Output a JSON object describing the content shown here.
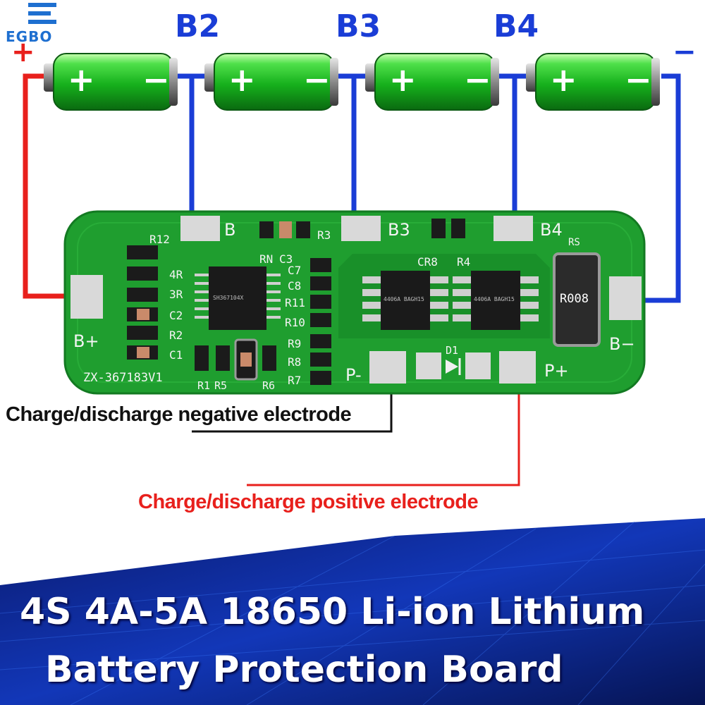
{
  "brand": {
    "name": "EGBO"
  },
  "colors": {
    "positive_wire": "#e8201c",
    "balance_wire": "#1a3dd6",
    "pcb": "#1f9e2f",
    "banner": "#0a1e78"
  },
  "terminals": {
    "plus": "+",
    "minus": "−"
  },
  "batteries": [
    {
      "plus": "+",
      "minus": "−"
    },
    {
      "plus": "+",
      "minus": "−"
    },
    {
      "plus": "+",
      "minus": "−"
    },
    {
      "plus": "+",
      "minus": "−"
    }
  ],
  "balance_labels": [
    "B2",
    "B3",
    "B4"
  ],
  "board": {
    "pad_labels": {
      "b_plus": "B+",
      "b_minus": "B−",
      "b": "B",
      "b3": "B3",
      "b4": "B4",
      "p_minus": "P-",
      "p_plus": "P+"
    },
    "silkscreen": {
      "model": "ZX-367183V1",
      "left": [
        "R12",
        "4R",
        "3R",
        "C2",
        "R2",
        "C1"
      ],
      "mid": [
        "RN",
        "C3",
        "C7",
        "C8",
        "R11",
        "R10",
        "R9",
        "R8",
        "R7"
      ],
      "r3": "R3",
      "cr8": "CR8",
      "r4": "R4",
      "rs": "RS",
      "d1": "D1",
      "r1": "R1",
      "r5": "R5",
      "r6": "R6",
      "shunt": "R008",
      "ic1": "SH367104X",
      "mosfet1": "4406A BAGH15",
      "mosfet2": "4406A BAGH15"
    }
  },
  "callouts": {
    "negative": "Charge/discharge negative electrode",
    "positive": "Charge/discharge positive electrode"
  },
  "banner": {
    "line1": "4S 4A-5A 18650 Li-ion Lithium",
    "line2": "Battery Protection Board"
  }
}
